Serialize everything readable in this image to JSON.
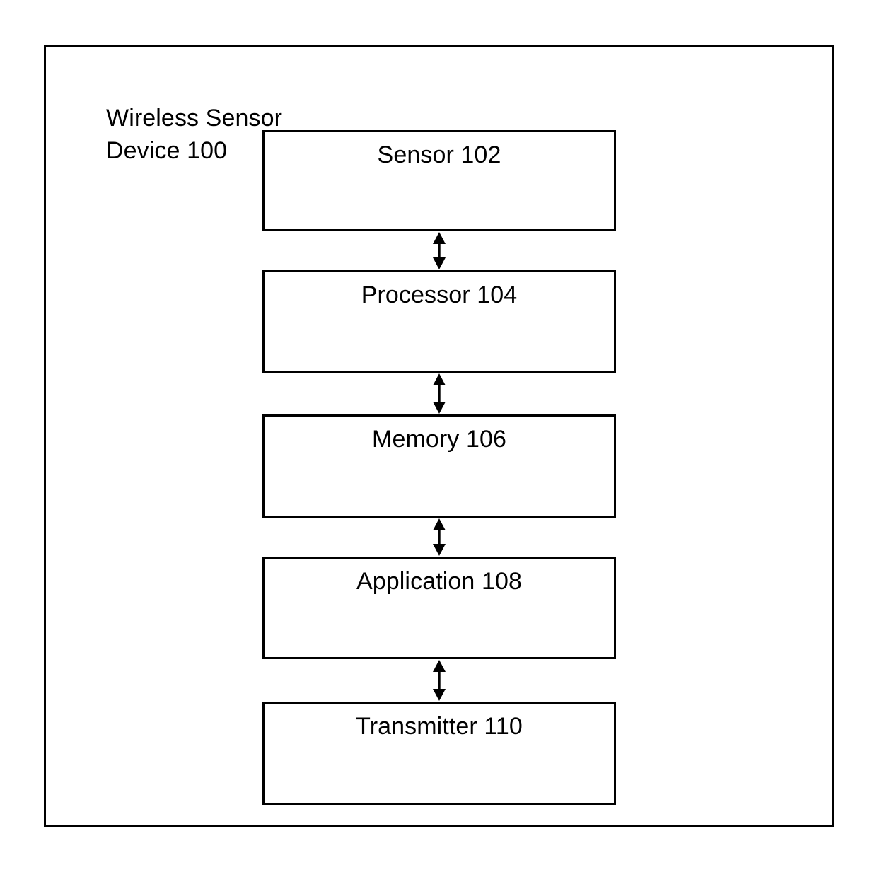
{
  "diagram": {
    "title_lines": "Wireless Sensor\nDevice 100",
    "container_label": "Wireless Sensor Device 100",
    "colors": {
      "stroke": "#000000",
      "fill": "#ffffff",
      "text": "#000000"
    },
    "blocks": [
      {
        "id": "sensor",
        "label": "Sensor 102"
      },
      {
        "id": "processor",
        "label": "Processor 104"
      },
      {
        "id": "memory",
        "label": "Memory 106"
      },
      {
        "id": "application",
        "label": "Application 108"
      },
      {
        "id": "transmitter",
        "label": "Transmitter 110"
      }
    ],
    "connectors": [
      {
        "id": "sensor-processor",
        "type": "double-arrow-vertical",
        "from": "Sensor 102",
        "to": "Processor 104"
      },
      {
        "id": "processor-memory",
        "type": "double-arrow-vertical",
        "from": "Processor 104",
        "to": "Memory 106"
      },
      {
        "id": "memory-application",
        "type": "double-arrow-vertical",
        "from": "Memory 106",
        "to": "Application 108"
      },
      {
        "id": "application-transmitter",
        "type": "double-arrow-vertical",
        "from": "Application 108",
        "to": "Transmitter 110"
      }
    ]
  }
}
